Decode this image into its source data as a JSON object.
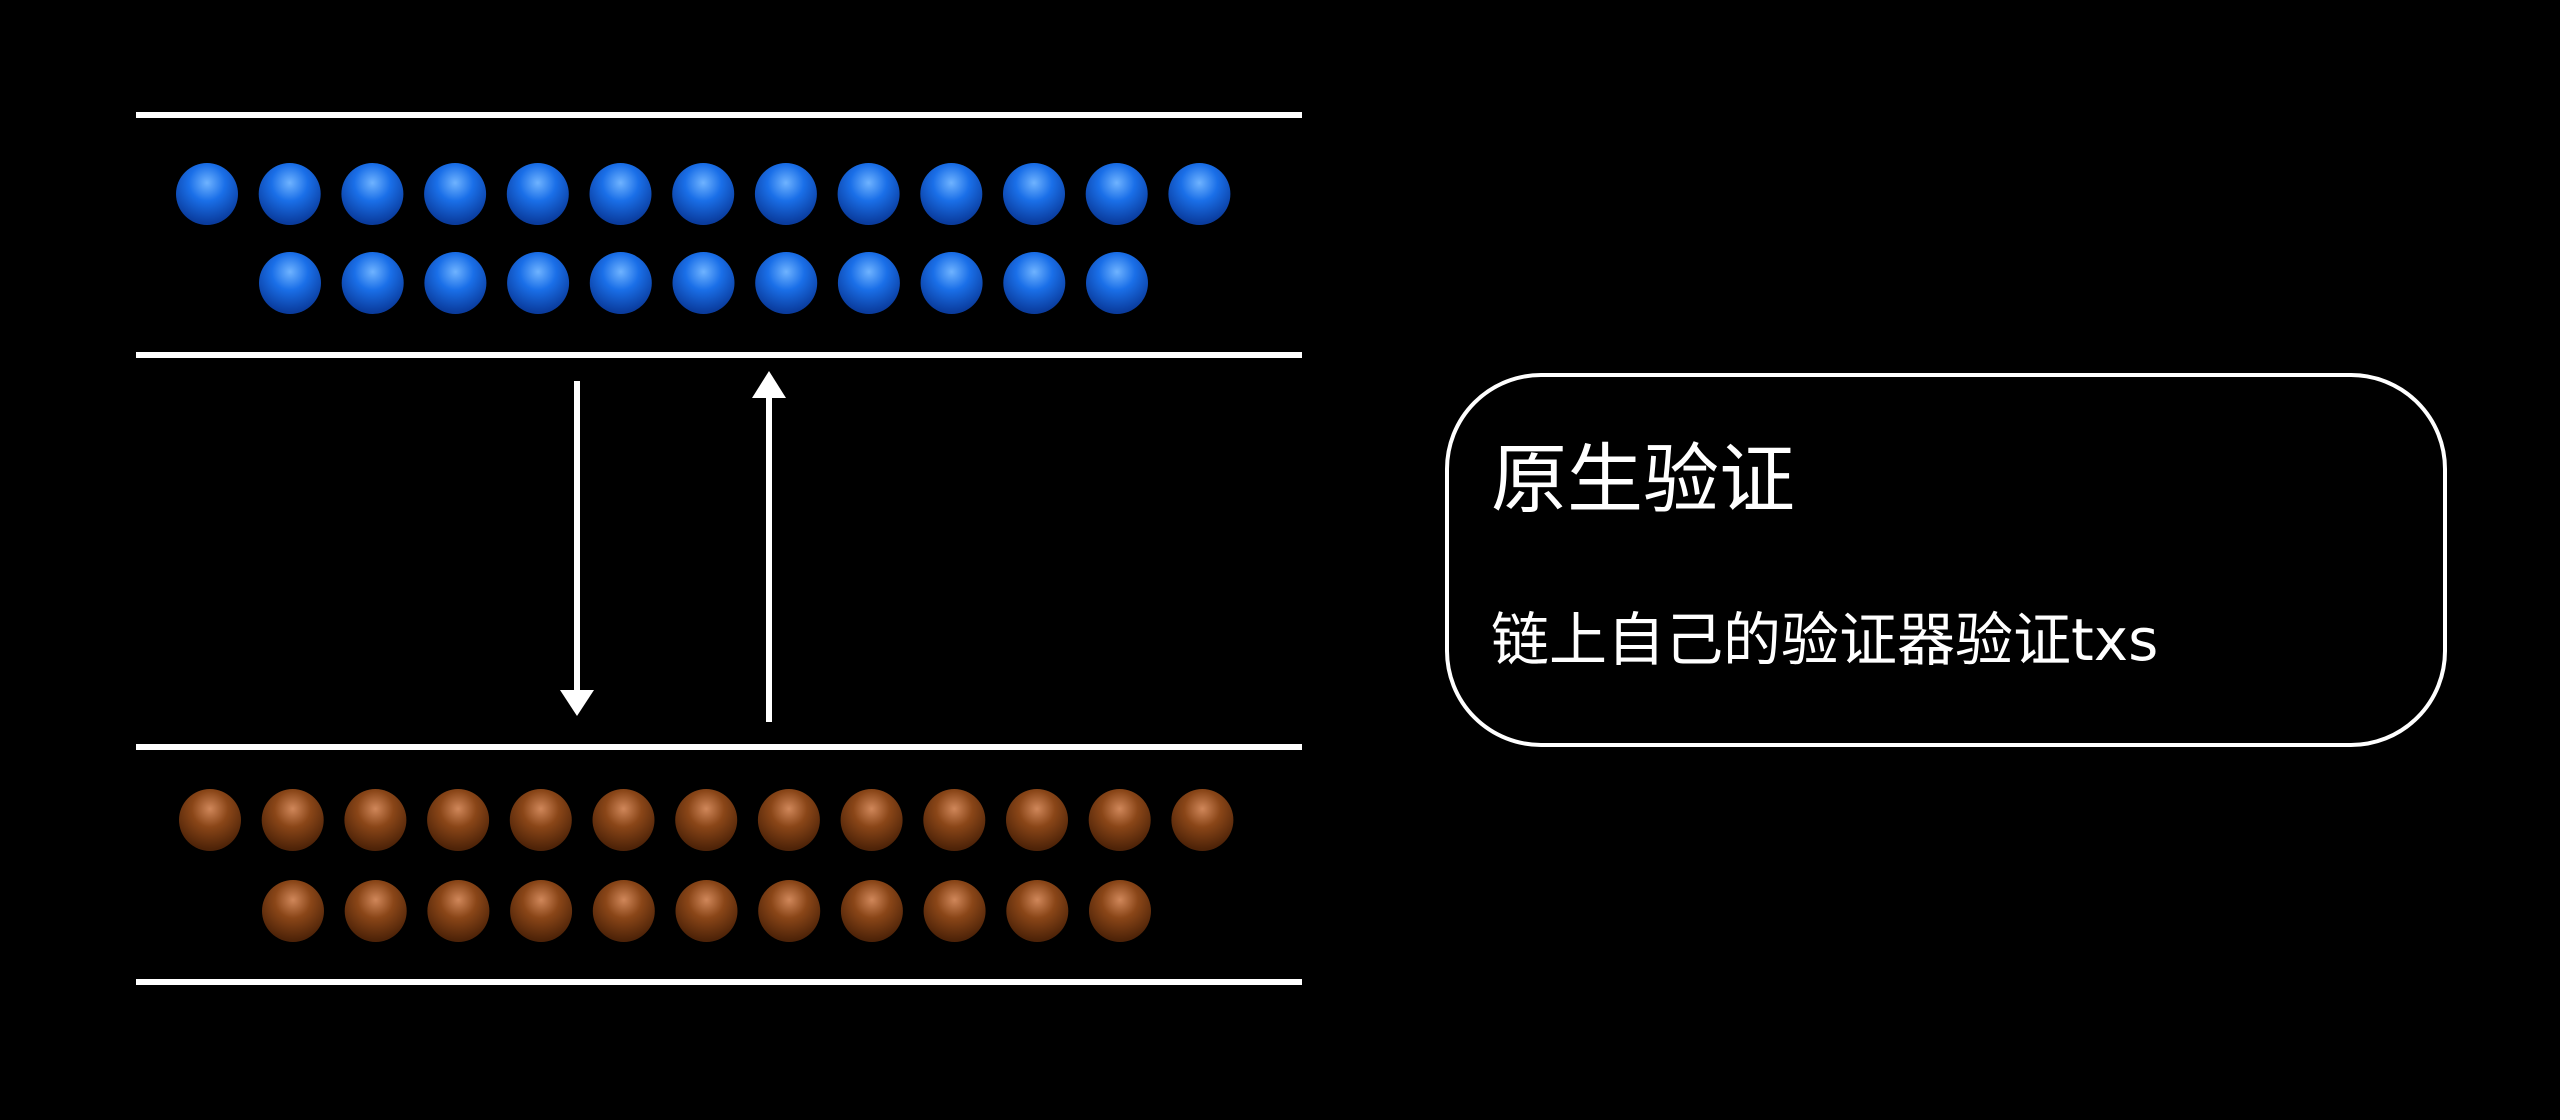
{
  "colors": {
    "background": "#000000",
    "line": "#ffffff",
    "top_node": "#1266e6",
    "bottom_node": "#8a4618"
  },
  "top_chain": {
    "row_1_count": 13,
    "row_2_count": 11
  },
  "bottom_chain": {
    "row_1_count": 13,
    "row_2_count": 11
  },
  "arrows": [
    "down",
    "up"
  ],
  "callout": {
    "title": "原生验证",
    "body": "链上自己的验证器验证txs"
  }
}
